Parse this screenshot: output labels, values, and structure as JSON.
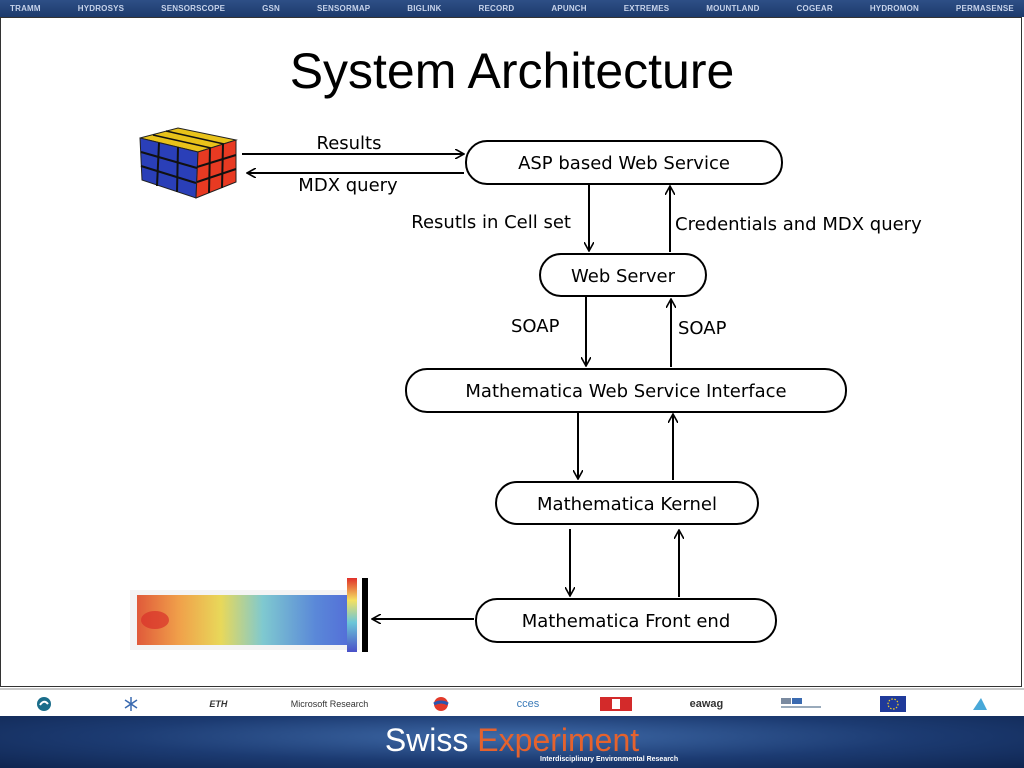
{
  "nav": {
    "items": [
      "TRAMM",
      "HYDROSYS",
      "SENSORSCOPE",
      "GSN",
      "SENSORMAP",
      "BIGLINK",
      "RECORD",
      "APUNCH",
      "EXTREMES",
      "MOUNTLAND",
      "COGEAR",
      "HYDROMON",
      "PERMASENSE"
    ]
  },
  "slide": {
    "title": "System Architecture"
  },
  "diagram": {
    "nodes": {
      "asp": "ASP based Web Service",
      "webserver": "Web Server",
      "interface": "Mathematica Web Service Interface",
      "kernel": "Mathematica Kernel",
      "frontend": "Mathematica Front end"
    },
    "edges": {
      "results": "Results",
      "mdx_query": "MDX query",
      "results_cell_set": "Resutls in Cell set",
      "credentials": "Credentials and MDX query",
      "soap_down": "SOAP",
      "soap_up": "SOAP"
    }
  },
  "logos": [
    "ETH",
    "Microsoft Research",
    "cces",
    "eawag"
  ],
  "footer": {
    "brand_main": "Swiss",
    "brand_accent": "Experiment",
    "tagline": "Interdisciplinary Environmental Research"
  }
}
